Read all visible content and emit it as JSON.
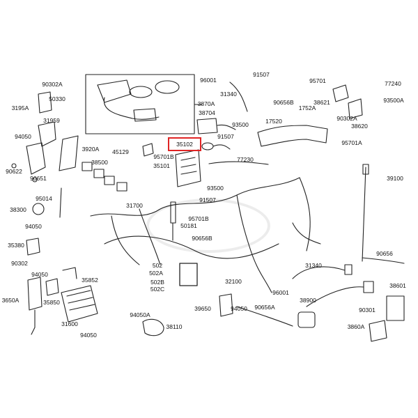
{
  "diagram": {
    "highlight_part": "35102",
    "labels": [
      {
        "id": "p90302a_top",
        "text": "90302A"
      },
      {
        "id": "p50330",
        "text": "50330"
      },
      {
        "id": "p3195a",
        "text": "3195A"
      },
      {
        "id": "p31959",
        "text": "31959"
      },
      {
        "id": "p94050_a",
        "text": "94050"
      },
      {
        "id": "p3920a",
        "text": "3920A"
      },
      {
        "id": "p90622",
        "text": "90622"
      },
      {
        "id": "p90651",
        "text": "90651"
      },
      {
        "id": "p38500",
        "text": "38500"
      },
      {
        "id": "p45129",
        "text": "45129"
      },
      {
        "id": "p95701b",
        "text": "95701B"
      },
      {
        "id": "p35101",
        "text": "35101"
      },
      {
        "id": "p35102",
        "text": "35102"
      },
      {
        "id": "p3870a",
        "text": "3870A"
      },
      {
        "id": "p38704",
        "text": "38704"
      },
      {
        "id": "p96001_top",
        "text": "96001"
      },
      {
        "id": "p91507_top",
        "text": "91507"
      },
      {
        "id": "p31340_top",
        "text": "31340"
      },
      {
        "id": "p90656b_top",
        "text": "90656B"
      },
      {
        "id": "p93500_a",
        "text": "93500"
      },
      {
        "id": "p91507_mid",
        "text": "91507"
      },
      {
        "id": "p17520",
        "text": "17520"
      },
      {
        "id": "p1752a",
        "text": "1752A"
      },
      {
        "id": "p95701_top",
        "text": "95701"
      },
      {
        "id": "p77240",
        "text": "77240"
      },
      {
        "id": "p38621",
        "text": "38621"
      },
      {
        "id": "p93500a",
        "text": "93500A"
      },
      {
        "id": "p90302a_r",
        "text": "90302A"
      },
      {
        "id": "p38620",
        "text": "38620"
      },
      {
        "id": "p95701a",
        "text": "95701A"
      },
      {
        "id": "p77230",
        "text": "77230"
      },
      {
        "id": "p39100",
        "text": "39100"
      },
      {
        "id": "p95014",
        "text": "95014"
      },
      {
        "id": "p38300",
        "text": "38300"
      },
      {
        "id": "p94050_b",
        "text": "94050"
      },
      {
        "id": "p31700",
        "text": "31700"
      },
      {
        "id": "p93500_b",
        "text": "93500"
      },
      {
        "id": "p91507_b",
        "text": "91507"
      },
      {
        "id": "p95701b_b",
        "text": "95701B"
      },
      {
        "id": "p50181",
        "text": "50181"
      },
      {
        "id": "p90656b_b",
        "text": "90656B"
      },
      {
        "id": "p35380",
        "text": "35380"
      },
      {
        "id": "p90302",
        "text": "90302"
      },
      {
        "id": "p502",
        "text": "502"
      },
      {
        "id": "p502a",
        "text": "502A"
      },
      {
        "id": "p502b",
        "text": "502B"
      },
      {
        "id": "p502c",
        "text": "502C"
      },
      {
        "id": "p32100",
        "text": "32100"
      },
      {
        "id": "p31340_b",
        "text": "31340"
      },
      {
        "id": "p90656",
        "text": "90656"
      },
      {
        "id": "p96001_b",
        "text": "96001"
      },
      {
        "id": "p38601",
        "text": "38601"
      },
      {
        "id": "p94050_c",
        "text": "94050"
      },
      {
        "id": "p35852",
        "text": "35852"
      },
      {
        "id": "p3650a",
        "text": "3650A"
      },
      {
        "id": "p35850",
        "text": "35850"
      },
      {
        "id": "p31600",
        "text": "31600"
      },
      {
        "id": "p94050a",
        "text": "94050A"
      },
      {
        "id": "p38110",
        "text": "38110"
      },
      {
        "id": "p39650",
        "text": "39650"
      },
      {
        "id": "p94050_d",
        "text": "94050"
      },
      {
        "id": "p90656a",
        "text": "90656A"
      },
      {
        "id": "p38900",
        "text": "38900"
      },
      {
        "id": "p90301",
        "text": "90301"
      },
      {
        "id": "p3860a",
        "text": "3860A"
      },
      {
        "id": "p94050_e",
        "text": "94050"
      }
    ]
  }
}
